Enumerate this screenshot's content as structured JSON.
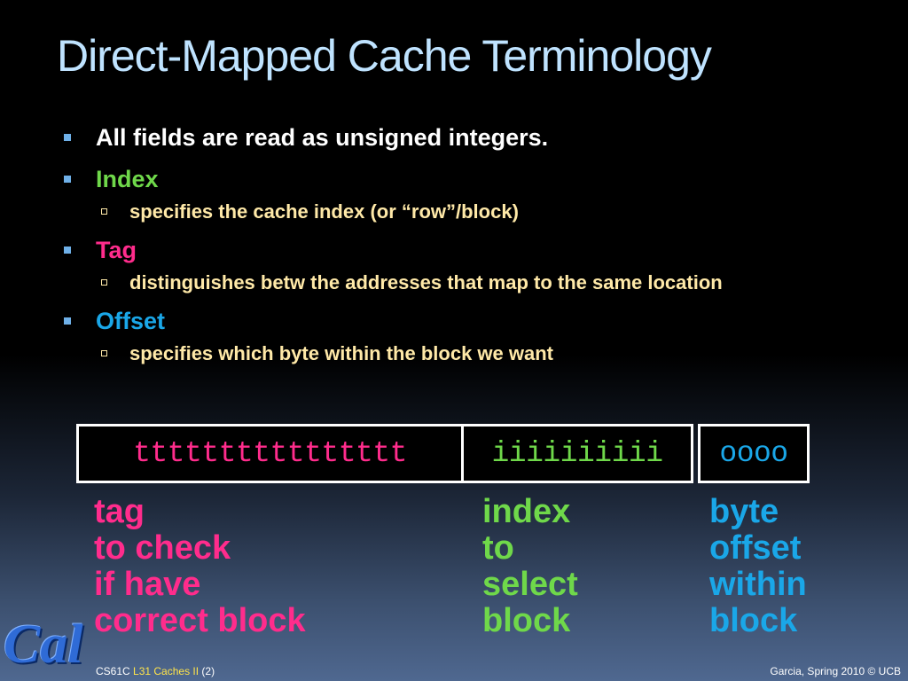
{
  "title": "Direct-Mapped Cache Terminology",
  "bullets": {
    "b1": "All fields are read as unsigned integers.",
    "index": {
      "label": "Index",
      "sub": "specifies the cache index (or “row”/block)"
    },
    "tag": {
      "label": "Tag",
      "sub": "distinguishes betw the addresses that map to the same location"
    },
    "offset": {
      "label": "Offset",
      "sub": "specifies which byte within the block we want"
    }
  },
  "address": {
    "tag_bits": "tttttttttttttttt",
    "index_bits": "iiiiiiiiii",
    "offset_bits": "oooo"
  },
  "labels": {
    "tag": [
      "tag",
      "to check",
      "if have",
      "correct block"
    ],
    "index": [
      "index",
      "to",
      "select",
      "block"
    ],
    "offset": [
      "byte",
      "offset",
      "within",
      "block"
    ]
  },
  "footer": {
    "course": "CS61C",
    "lecture": "L31 Caches II",
    "page": "(2)",
    "right": "Garcia, Spring 2010 © UCB"
  },
  "logo_text": "Cal",
  "colors": {
    "title": "#bfe3ff",
    "tag": "#ff2c8c",
    "index": "#6fd84a",
    "offset": "#1aa7e8",
    "subtext": "#ffe9a8",
    "footer_highlight": "#ffe44a"
  }
}
